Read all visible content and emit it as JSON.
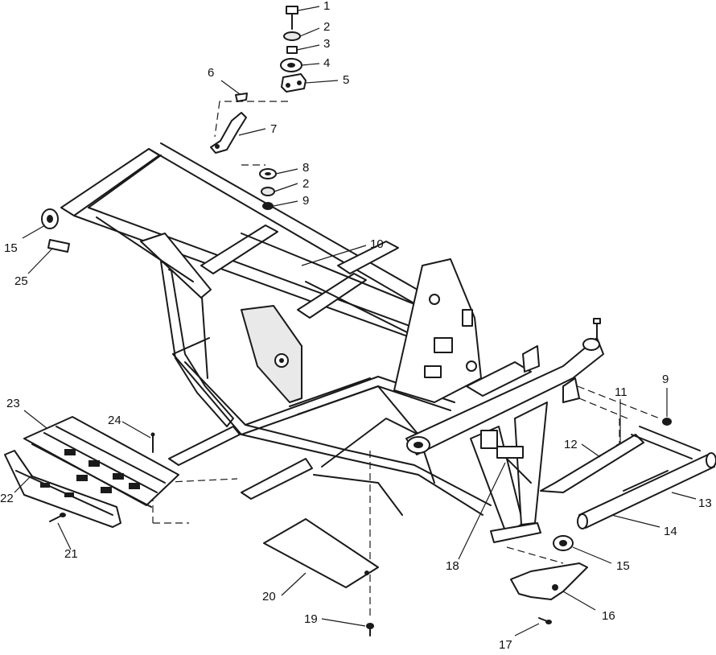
{
  "callouts": [
    {
      "id": "c1",
      "label": "1"
    },
    {
      "id": "c2a",
      "label": "2"
    },
    {
      "id": "c3",
      "label": "3"
    },
    {
      "id": "c4",
      "label": "4"
    },
    {
      "id": "c5",
      "label": "5"
    },
    {
      "id": "c6",
      "label": "6"
    },
    {
      "id": "c7",
      "label": "7"
    },
    {
      "id": "c8",
      "label": "8"
    },
    {
      "id": "c2b",
      "label": "2"
    },
    {
      "id": "c9a",
      "label": "9"
    },
    {
      "id": "c10",
      "label": "10"
    },
    {
      "id": "c15a",
      "label": "15"
    },
    {
      "id": "c25",
      "label": "25"
    },
    {
      "id": "c9b",
      "label": "9"
    },
    {
      "id": "c11",
      "label": "11"
    },
    {
      "id": "c12",
      "label": "12"
    },
    {
      "id": "c13",
      "label": "13"
    },
    {
      "id": "c14",
      "label": "14"
    },
    {
      "id": "c15b",
      "label": "15"
    },
    {
      "id": "c16",
      "label": "16"
    },
    {
      "id": "c17",
      "label": "17"
    },
    {
      "id": "c18",
      "label": "18"
    },
    {
      "id": "c19",
      "label": "19"
    },
    {
      "id": "c20",
      "label": "20"
    },
    {
      "id": "c21",
      "label": "21"
    },
    {
      "id": "c22",
      "label": "22"
    },
    {
      "id": "c23",
      "label": "23"
    },
    {
      "id": "c24",
      "label": "24"
    }
  ]
}
